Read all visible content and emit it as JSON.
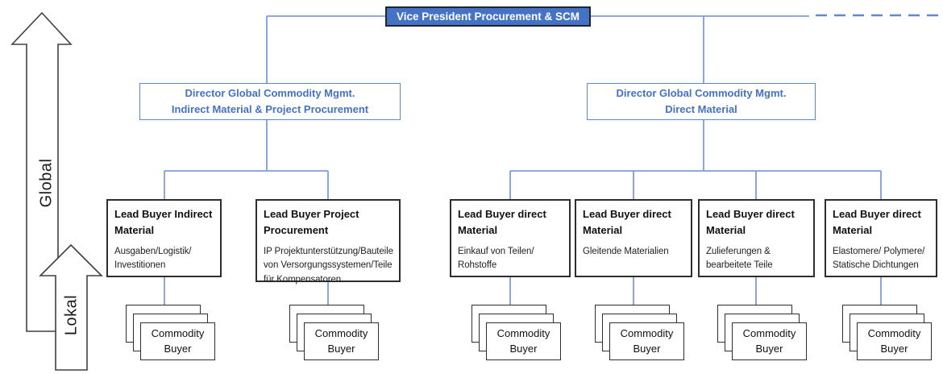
{
  "root": {
    "label": "Vice President Procurement & SCM"
  },
  "axis": {
    "global_label": "Global",
    "lokal_label": "Lokal"
  },
  "directors": [
    {
      "label": "Director Global Commodity Mgmt.\nIndirect Material & Project Procurement"
    },
    {
      "label": "Director Global Commodity Mgmt.\nDirect Material"
    }
  ],
  "lead_buyers": [
    {
      "title": "Lead Buyer Indirect\nMaterial",
      "subtitle": "Ausgaben/Logistik/\nInvestitionen"
    },
    {
      "title": "Lead Buyer Project\nProcurement",
      "subtitle": "IP Projektunterstützung/Bauteile\nvon Versorgungssystemen/Teile\nfür Kompensatoren"
    },
    {
      "title": "Lead Buyer direct\nMaterial",
      "subtitle": "Einkauf von Teilen/\nRohstoffe"
    },
    {
      "title": "Lead Buyer direct\nMaterial",
      "subtitle": "Gleitende Materialien"
    },
    {
      "title": "Lead Buyer direct\nMaterial",
      "subtitle": "Zulieferungen &\nbearbeitete Teile"
    },
    {
      "title": "Lead Buyer direct\nMaterial",
      "subtitle": "Elastomere/ Polymere/\nStatische Dichtungen"
    }
  ],
  "commodity_buyer_label": "Commodity\nBuyer",
  "colors": {
    "root_fill": "#4472C4",
    "root_border": "#1F2430",
    "root_text": "#FFFFFF",
    "director_border": "#5B85D6",
    "director_text": "#4472C4",
    "connector_blue": "#7F9DD9",
    "dashed_blue": "#6488CE",
    "box_border": "#2E2E2E",
    "arrow_outline": "#404040"
  }
}
